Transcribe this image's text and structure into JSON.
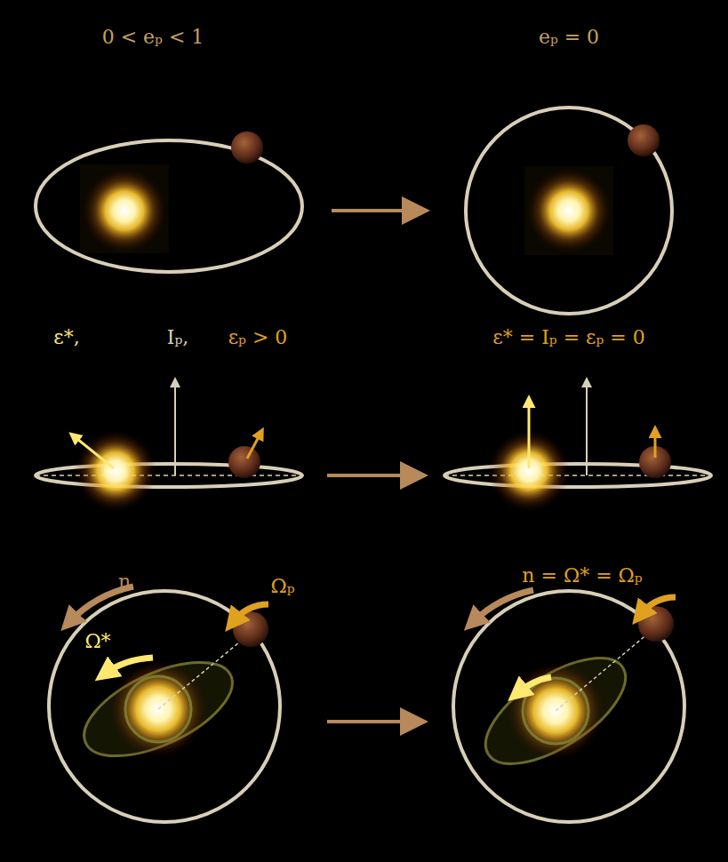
{
  "diagram": {
    "labels": [
      "0 < eₚ < 1",
      "eₚ = 0",
      "ε*,",
      "Iₚ,",
      "εₚ > 0",
      "ε* = Iₚ = εₚ = 0",
      "n",
      "Ωₚ",
      "Ω*",
      "n = Ω* = Ωₚ"
    ]
  }
}
